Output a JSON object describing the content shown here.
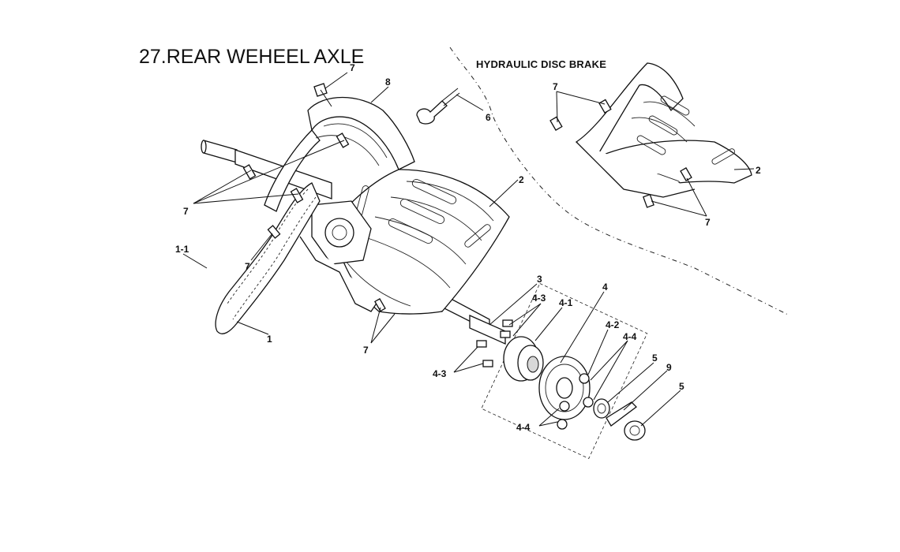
{
  "title": "27.REAR WEHEEL AXLE",
  "subtitle": "HYDRAULIC DISC BRAKE",
  "callouts": {
    "c7a": "7",
    "c8": "8",
    "c6": "6",
    "c2a": "2",
    "c7b": "7",
    "c11": "1-1",
    "c7c": "7",
    "c1": "1",
    "c7d": "7",
    "c3": "3",
    "c43a": "4-3",
    "c41": "4-1",
    "c4": "4",
    "c42": "4-2",
    "c44a": "4-4",
    "c43b": "4-3",
    "c5a": "5",
    "c9": "9",
    "c5b": "5",
    "c44b": "4-4",
    "c7e": "7",
    "c2b": "2",
    "c7f": "7"
  }
}
